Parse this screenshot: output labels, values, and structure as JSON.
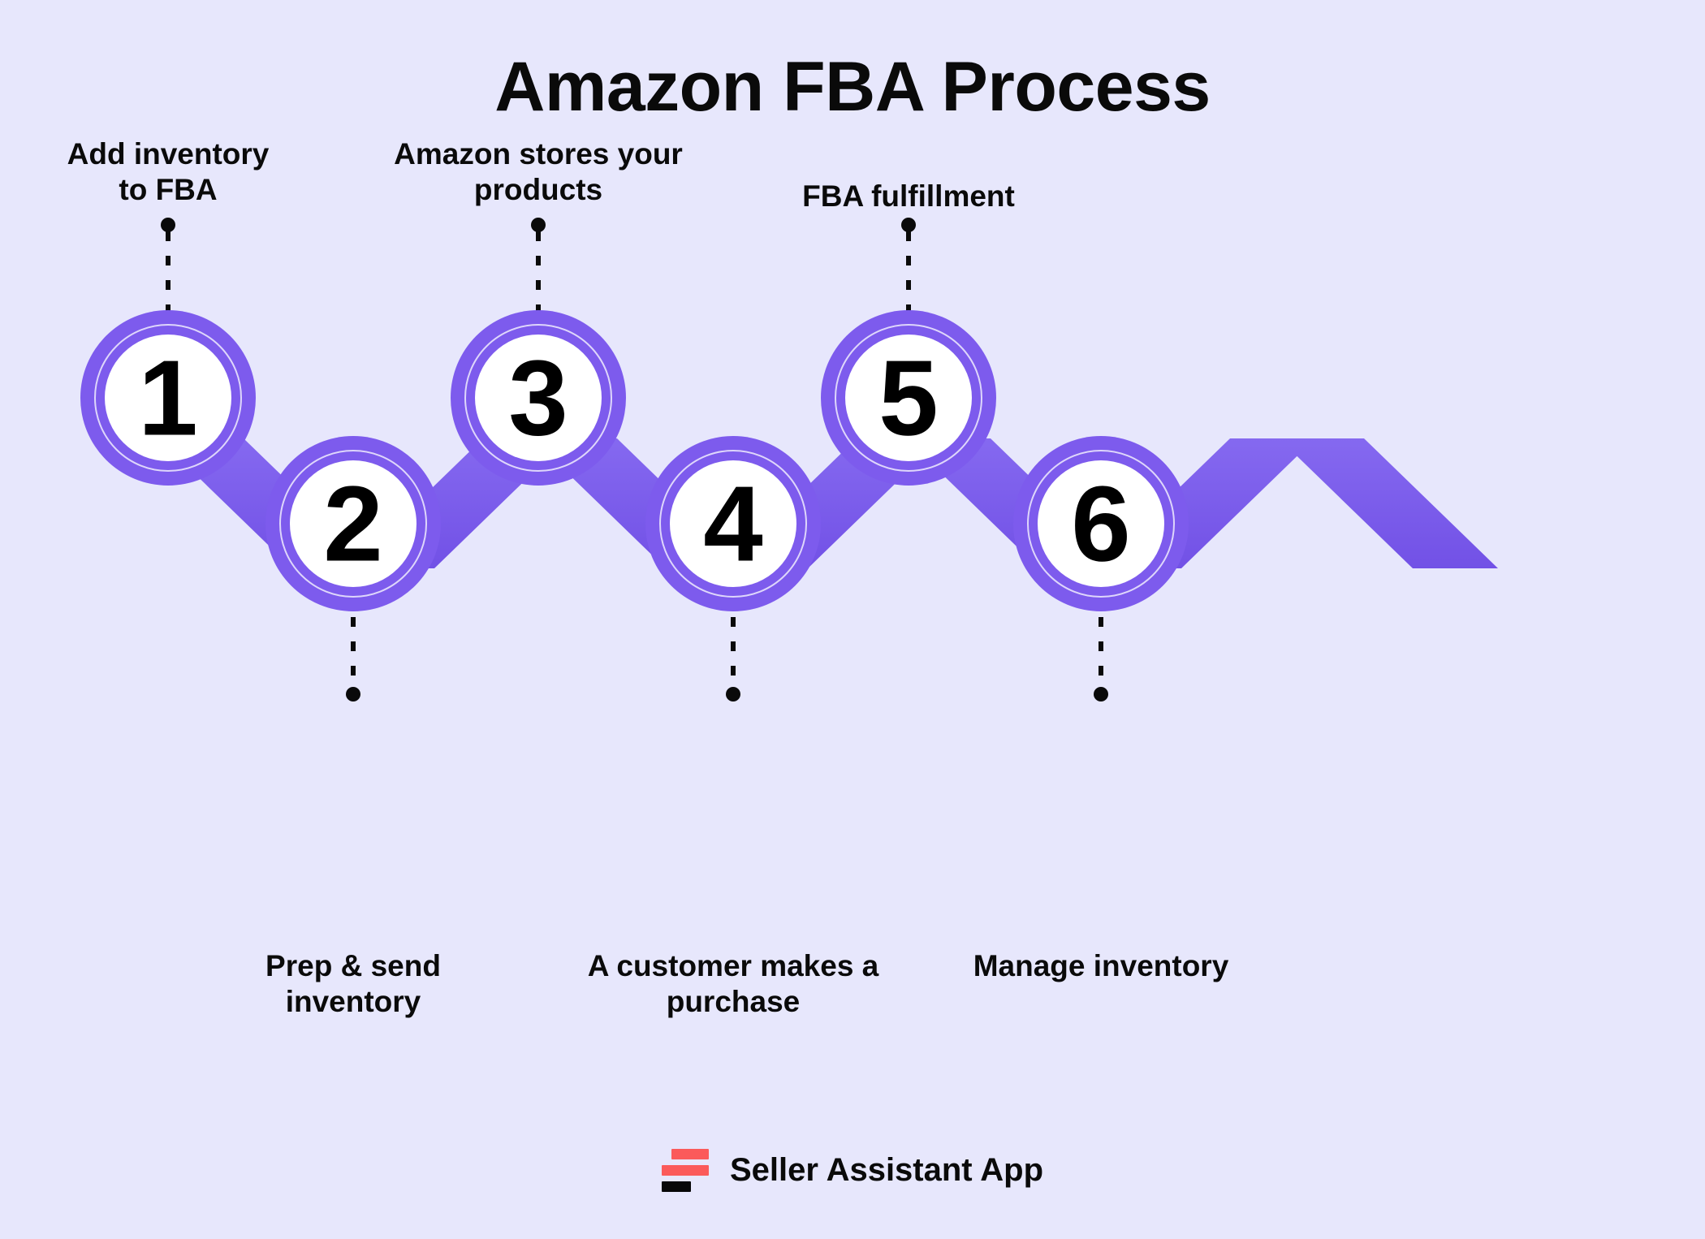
{
  "title": "Amazon FBA Process",
  "colors": {
    "background": "#e7e7fc",
    "ring_purple": "#7d5bed",
    "ring_purple_dark": "#6f4ce0",
    "circle_fill": "#ffffff",
    "number": "#000000",
    "label": "#0a0a0a",
    "logo_red": "#fb5a5a",
    "logo_black": "#080808",
    "connector_dot": "#0a0a0a"
  },
  "steps": [
    {
      "number": "1",
      "label": "Add inventory\nto FBA",
      "position": "top"
    },
    {
      "number": "2",
      "label": "Prep & send\ninventory",
      "position": "bottom"
    },
    {
      "number": "3",
      "label": "Amazon stores your\nproducts",
      "position": "top"
    },
    {
      "number": "4",
      "label": "A customer makes a\npurchase",
      "position": "bottom"
    },
    {
      "number": "5",
      "label": "FBA fulfillment",
      "position": "top"
    },
    {
      "number": "6",
      "label": "Manage inventory",
      "position": "bottom"
    }
  ],
  "footer": {
    "brand": "Seller Assistant App",
    "logo_name": "seller-assistant-logo"
  }
}
